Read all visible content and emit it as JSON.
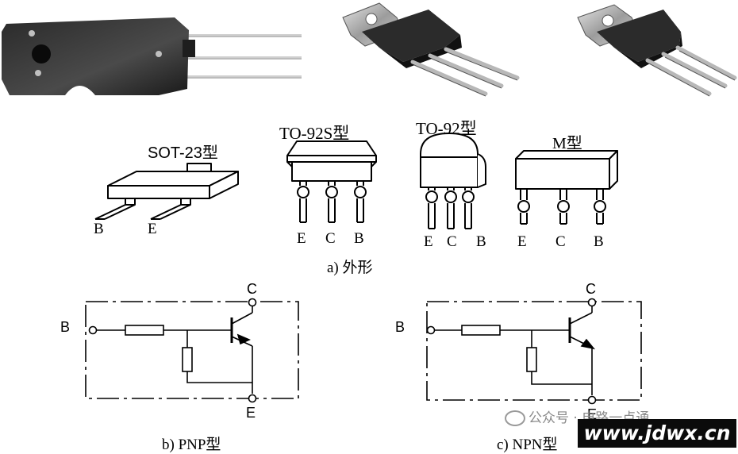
{
  "packages": [
    {
      "id": "sot23",
      "label": "SOT-23型",
      "pins": [
        "B",
        "E"
      ]
    },
    {
      "id": "to92s",
      "label": "TO-92S型",
      "pins": [
        "E",
        "C",
        "B"
      ]
    },
    {
      "id": "to92",
      "label": "TO-92型",
      "pins": [
        "E",
        "C",
        "B"
      ]
    },
    {
      "id": "m",
      "label": "M型",
      "pins": [
        "E",
        "C",
        "B"
      ]
    }
  ],
  "captions": {
    "outline": "a) 外形",
    "pnp": "b) PNP型",
    "npn": "c) NPN型"
  },
  "pnp_terminals": {
    "base": "B",
    "collector": "C",
    "emitter": "E"
  },
  "npn_terminals": {
    "base": "B",
    "collector": "C",
    "emitter": "E"
  },
  "watermark": {
    "text": "公众号 · 电路一点通",
    "site": "www.jdwx.cn"
  }
}
